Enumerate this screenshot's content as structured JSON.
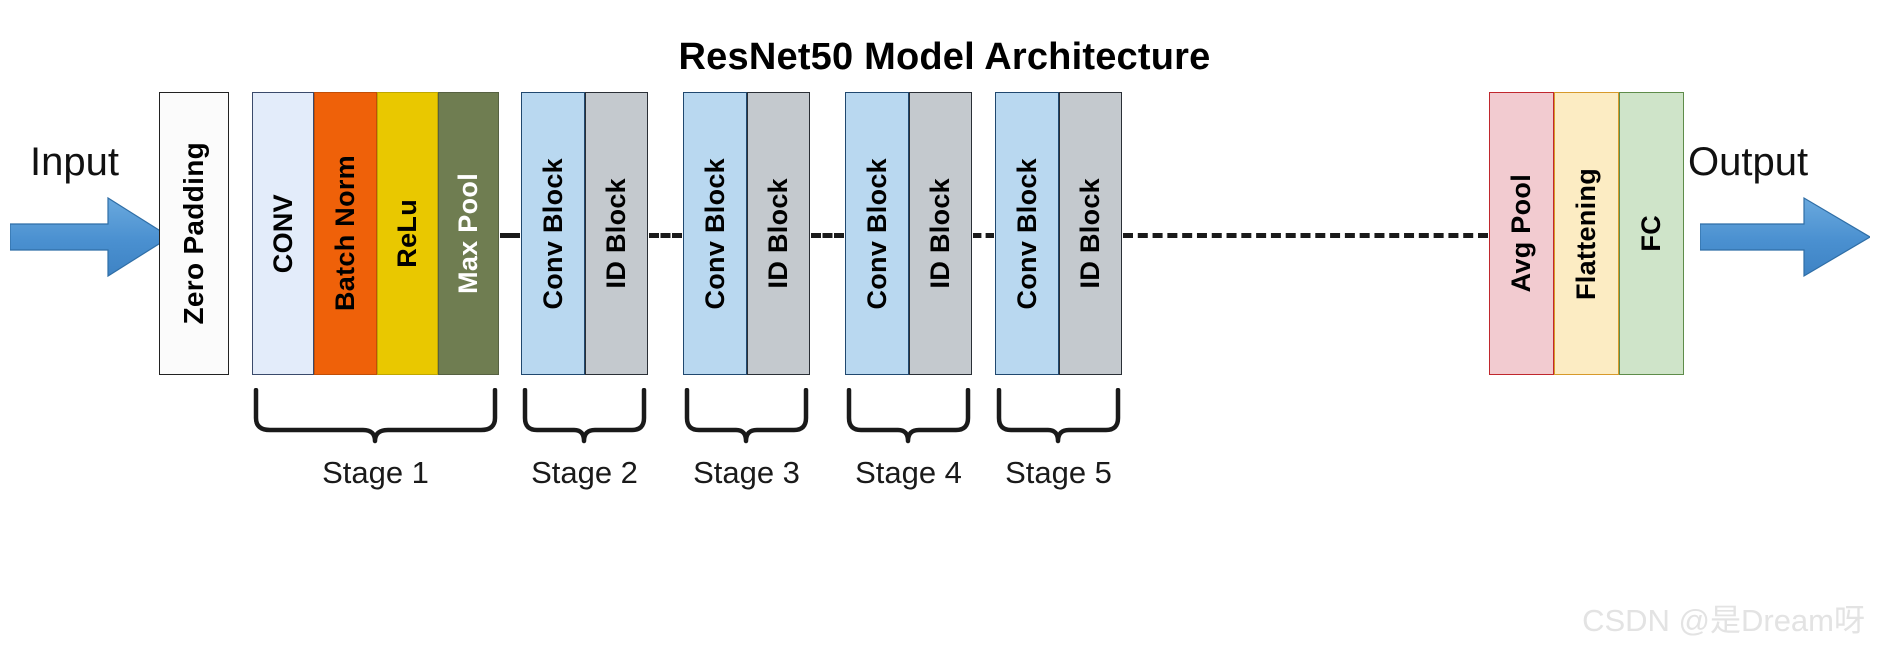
{
  "title": "ResNet50 Model Architecture",
  "io": {
    "input_label": "Input",
    "output_label": "Output",
    "input_arrow_icon": "right-arrow-icon",
    "output_arrow_icon": "right-arrow-icon",
    "arrow_color": "#4a90d0"
  },
  "blocks": {
    "zero_padding": {
      "label": "Zero  Padding",
      "fill": "#fbfbfb",
      "border": "#222222",
      "text_color": "#000000"
    },
    "stage1": [
      {
        "label": "CONV",
        "fill": "#e3ecfa",
        "border": "#3a4a6b",
        "text_color": "#000000"
      },
      {
        "label": "Batch Norm",
        "fill": "#ef6109",
        "border": "#c24e06",
        "text_color": "#000000"
      },
      {
        "label": "ReLu",
        "fill": "#e9c800",
        "border": "#c0a700",
        "text_color": "#000000"
      },
      {
        "label": "Max Pool",
        "fill": "#6f7d51",
        "border": "#566141",
        "text_color": "#ffffff"
      }
    ],
    "stage2": [
      {
        "label": "Conv Block",
        "fill": "#b9d8f0",
        "border": "#20486f",
        "text_color": "#000000"
      },
      {
        "label": "ID Block",
        "fill": "#c4c9ce",
        "border": "#2a2f36",
        "text_color": "#000000"
      }
    ],
    "stage3": [
      {
        "label": "Conv Block",
        "fill": "#b9d8f0",
        "border": "#20486f",
        "text_color": "#000000"
      },
      {
        "label": "ID Block",
        "fill": "#c4c9ce",
        "border": "#2a2f36",
        "text_color": "#000000"
      }
    ],
    "stage4": [
      {
        "label": "Conv Block",
        "fill": "#b9d8f0",
        "border": "#20486f",
        "text_color": "#000000"
      },
      {
        "label": "ID Block",
        "fill": "#c4c9ce",
        "border": "#2a2f36",
        "text_color": "#000000"
      }
    ],
    "stage5": [
      {
        "label": "Conv Block",
        "fill": "#b9d8f0",
        "border": "#20486f",
        "text_color": "#000000"
      },
      {
        "label": "ID Block",
        "fill": "#c4c9ce",
        "border": "#2a2f36",
        "text_color": "#000000"
      }
    ],
    "head": [
      {
        "label": "Avg Pool",
        "fill": "#f2cbd0",
        "border": "#c0272d",
        "text_color": "#000000"
      },
      {
        "label": "Flattening",
        "fill": "#fcecc3",
        "border": "#d79a2b",
        "text_color": "#000000"
      },
      {
        "label": "FC",
        "fill": "#cfe4c9",
        "border": "#5e8c4a",
        "text_color": "#000000"
      }
    ]
  },
  "stage_labels": [
    "Stage 1",
    "Stage 2",
    "Stage 3",
    "Stage 4",
    "Stage 5"
  ],
  "watermark": "CSDN @是Dream呀"
}
